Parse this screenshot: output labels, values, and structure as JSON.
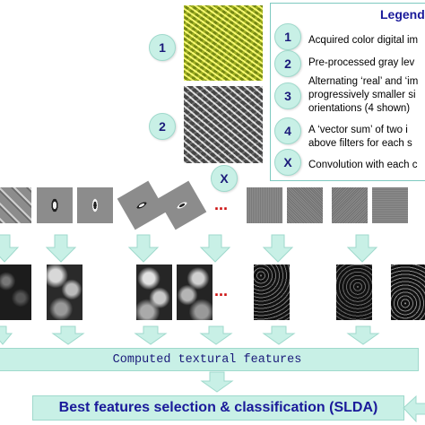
{
  "legend": {
    "title": "Legend:",
    "items": [
      {
        "marker": "1",
        "text": "Acquired color digital im"
      },
      {
        "marker": "2",
        "text": "Pre-processed gray lev"
      },
      {
        "marker": "3",
        "text_lines": [
          "Alternating ‘real’ and ‘im",
          "progressively smaller si",
          "orientations (4 shown)"
        ]
      },
      {
        "marker": "4",
        "text_lines": [
          "A ‘vector sum’ of two i",
          "above filters for each s"
        ]
      },
      {
        "marker": "X",
        "text": "Convolution with each c"
      }
    ]
  },
  "steps": {
    "step1": "1",
    "step2": "2",
    "convolution": "X"
  },
  "ellipsis": "...",
  "computed_label": "Computed textural features",
  "selection_label": "Best features selection & classification (SLDA)",
  "colors": {
    "accent_fill": "#c8f0e6",
    "text_blue": "#1a1a9a",
    "ellipsis_red": "#cc1111"
  }
}
